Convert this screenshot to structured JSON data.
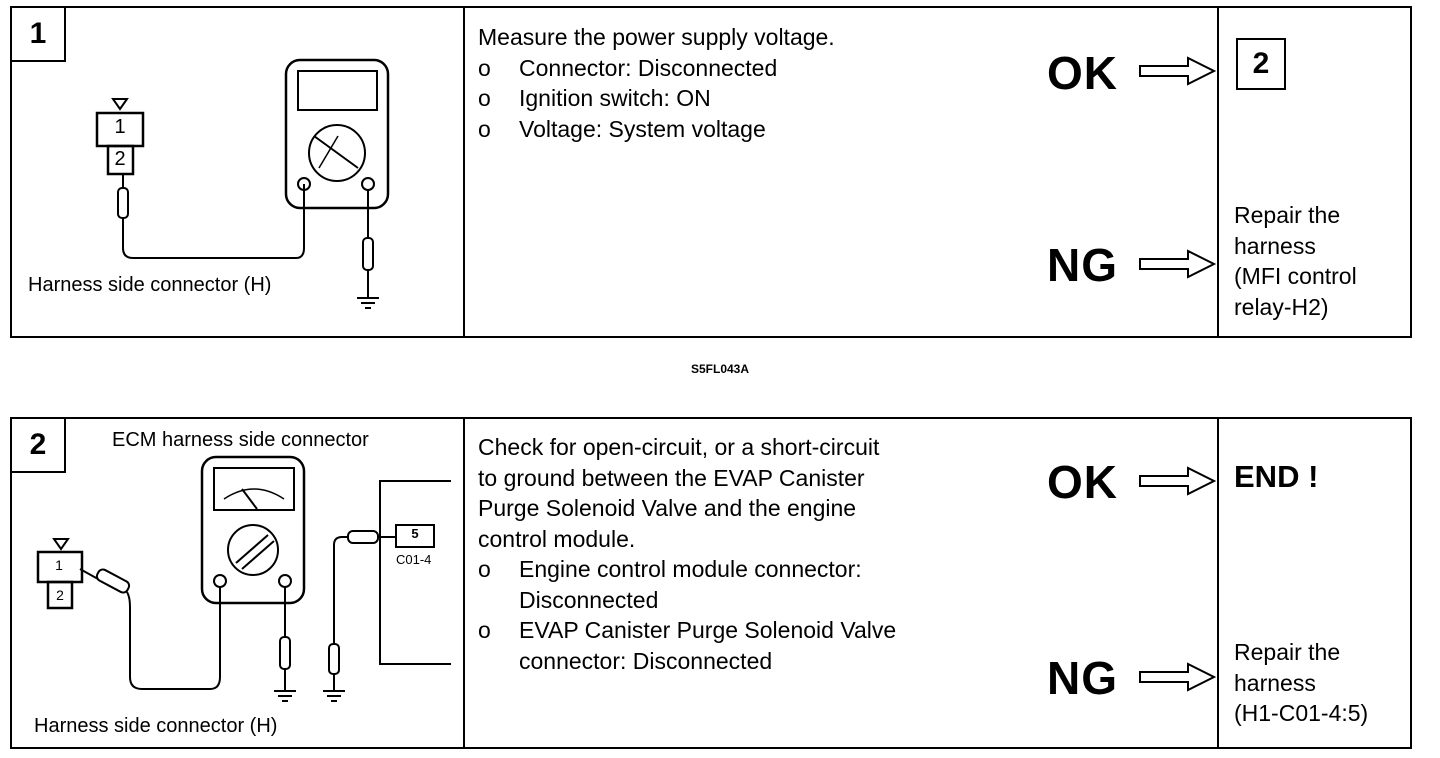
{
  "step1": {
    "number": "1",
    "figure": {
      "connector_pin_top": "1",
      "connector_pin_bottom": "2",
      "caption": "Harness side connector (H)"
    },
    "title": "Measure the power supply voltage.",
    "bullet": "o",
    "items": [
      "Connector: Disconnected",
      "Ignition switch: ON",
      "Voltage: System voltage"
    ],
    "ok_label": "OK",
    "ng_label": "NG",
    "ok_result": "2",
    "ng_result_lines": [
      "Repair the",
      "harness",
      "(MFI control",
      "relay-H2)"
    ]
  },
  "figure_id": "S5FL043A",
  "step2": {
    "number": "2",
    "figure": {
      "top_label": "ECM harness side connector",
      "connector_pin_top": "1",
      "connector_pin_bottom": "2",
      "ecm_pin": "5",
      "ecm_connector": "C01-4",
      "caption": "Harness side connector (H)"
    },
    "title_lines": [
      "Check for open-circuit, or a short-circuit",
      "to ground between the EVAP Canister",
      "Purge Solenoid Valve and the engine",
      "control module."
    ],
    "bullet": "o",
    "items": [
      [
        "Engine control module connector:",
        "Disconnected"
      ],
      [
        "EVAP Canister Purge Solenoid Valve",
        "connector: Disconnected"
      ]
    ],
    "ok_label": "OK",
    "ng_label": "NG",
    "ok_result": "END !",
    "ng_result_lines": [
      "Repair the",
      "harness",
      "(H1-C01-4:5)"
    ]
  }
}
